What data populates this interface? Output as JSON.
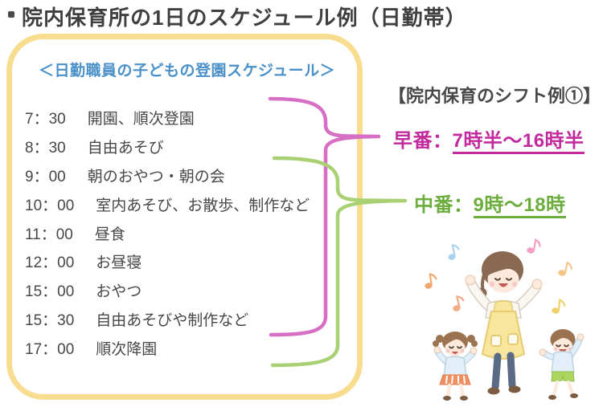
{
  "page": {
    "title": "院内保育所の1日のスケジュール例（日勤帯）"
  },
  "schedule_box": {
    "header": "＜日勤職員の子どもの登園スケジュール＞",
    "rows": [
      {
        "time": "7：30",
        "activity": "開園、順次登園"
      },
      {
        "time": "8：30",
        "activity": "自由あそび"
      },
      {
        "time": "9：00",
        "activity": "朝のおやつ・朝の会"
      },
      {
        "time": "10：00",
        "activity": "室内あそび、お散歩、制作など"
      },
      {
        "time": "11：00",
        "activity": "昼食"
      },
      {
        "time": "12：00",
        "activity": "お昼寝"
      },
      {
        "time": "15：00",
        "activity": "おやつ"
      },
      {
        "time": "15：30",
        "activity": "自由あそびや制作など"
      },
      {
        "time": "17：00",
        "activity": "順次降園"
      }
    ]
  },
  "shift_panel": {
    "title": "【院内保育のシフト例①】",
    "shifts": [
      {
        "label": "早番：",
        "value": "7時半～16時半"
      },
      {
        "label": "中番：",
        "value": "9時～18時"
      }
    ]
  },
  "colors": {
    "accent_pink": "#c22a9e",
    "accent_green": "#6cad3e",
    "brace_pink": "#d76fc5",
    "brace_green": "#a9d173",
    "box_border_yellow": "#f8dd90",
    "header_blue": "#4a90c9",
    "text_dark": "#434343"
  },
  "illustration": {
    "name": "teacher-dancing-with-children-illustration"
  }
}
